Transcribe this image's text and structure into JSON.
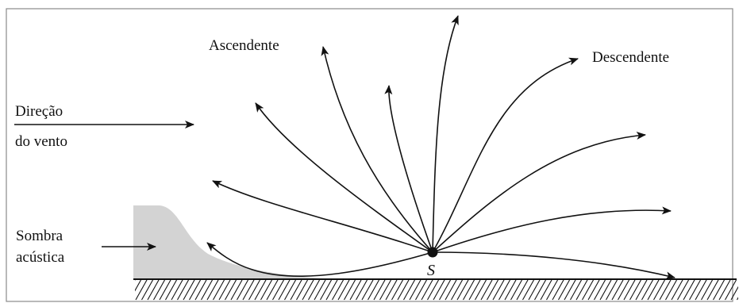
{
  "labels": {
    "ascendente": "Ascendente",
    "descendente": "Descendente",
    "wind_line1": "Direção",
    "wind_line2": "do vento",
    "shadow_line1": "Sombra",
    "shadow_line2": "acústica",
    "source": "S"
  },
  "colors": {
    "frame": "#8a8a8a",
    "ink": "#111111",
    "shadow_fill": "#d3d3d3"
  },
  "icons": [
    "wind-direction-arrow",
    "shadow-pointer-arrow",
    "sound-ray-arrow",
    "ground-hatching"
  ]
}
